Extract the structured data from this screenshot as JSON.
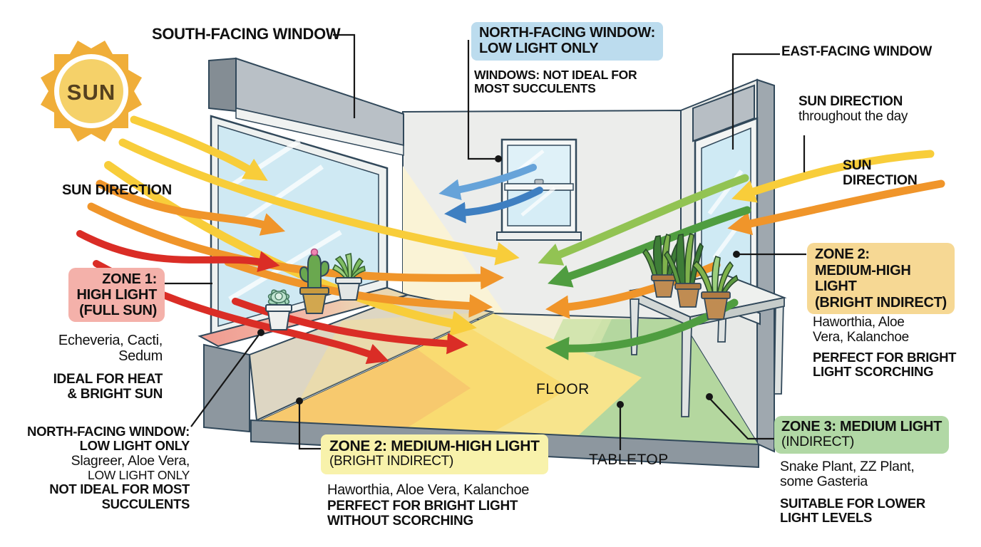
{
  "sun": {
    "label": "SUN"
  },
  "window_labels": {
    "south": "SOUTH-FACING WINDOW",
    "east": "EAST-FACING WINDOW",
    "north_title_1": "NORTH-FACING WINDOW:",
    "north_title_2": "LOW LIGHT ONLY",
    "north_sub_1": "WINDOWS: NOT IDEAL FOR",
    "north_sub_2": "MOST SUCCULENTS"
  },
  "sun_direction": {
    "left": "SUN DIRECTION",
    "day_1": "SUN DIRECTION",
    "day_2": "throughout the day",
    "right_1": "SUN",
    "right_2": "DIRECTION"
  },
  "room": {
    "floor": "FLOOR",
    "tabletop": "TABLETOP"
  },
  "zone1": {
    "title_1": "ZONE 1:",
    "title_2": "HIGH LIGHT",
    "title_3": "(FULL SUN)",
    "plants_1": "Echeveria, Cacti,",
    "plants_2": "Sedum",
    "note_1": "IDEAL FOR HEAT",
    "note_2": "& BRIGHT SUN"
  },
  "north_bottom": {
    "title_1": "NORTH-FACING WINDOW:",
    "title_2": "LOW LIGHT ONLY",
    "plants_1": "Slagreer, Aloe Vera,",
    "plants_2": "LOW LIGHT ONLY",
    "note_1": "NOT IDEAL FOR MOST",
    "note_2": "SUCCULENTS"
  },
  "zone2_center": {
    "title": "ZONE 2: MEDIUM-HIGH LIGHT",
    "subtitle": "(BRIGHT INDIRECT)",
    "plants": "Haworthia, Aloe Vera, Kalanchoe",
    "note_1": "PERFECT FOR BRIGHT LIGHT",
    "note_2": "WITHOUT SCORCHING"
  },
  "zone2_right": {
    "title_1": "ZONE 2:",
    "title_2": "MEDIUM-HIGH",
    "title_3": "LIGHT",
    "title_4": "(BRIGHT INDIRECT)",
    "plants_1": "Haworthia, Aloe",
    "plants_2": "Vera, Kalanchoe",
    "note_1": "PERFECT FOR BRIGHT",
    "note_2": "LIGHT SCORCHING"
  },
  "zone3": {
    "title": "ZONE 3: MEDIUM LIGHT",
    "subtitle": "(INDIRECT)",
    "plants_1": "Snake Plant, ZZ Plant,",
    "plants_2": "some Gasteria",
    "note_1": "SUITABLE FOR LOWER",
    "note_2": "LIGHT LEVELS"
  },
  "palette": {
    "arrow_yellow": "#f8cd3a",
    "arrow_orange": "#f0952a",
    "arrow_red": "#da2d26",
    "arrow_blue_light": "#66a3d9",
    "arrow_blue_dark": "#3e7fc1",
    "arrow_green_light": "#92c353",
    "arrow_green_dark": "#4f9d40",
    "zone1_bg": "#f4b1aa",
    "north_window_bg": "#bcdcee",
    "zone2_center_bg": "#f8f2ab",
    "zone2_right_bg": "#f6d894",
    "zone3_bg": "#b1d8a5",
    "floor_sun_yellow": "#f9da70",
    "floor_green": "#b4d79f",
    "sill_pink": "#ef9b90"
  }
}
